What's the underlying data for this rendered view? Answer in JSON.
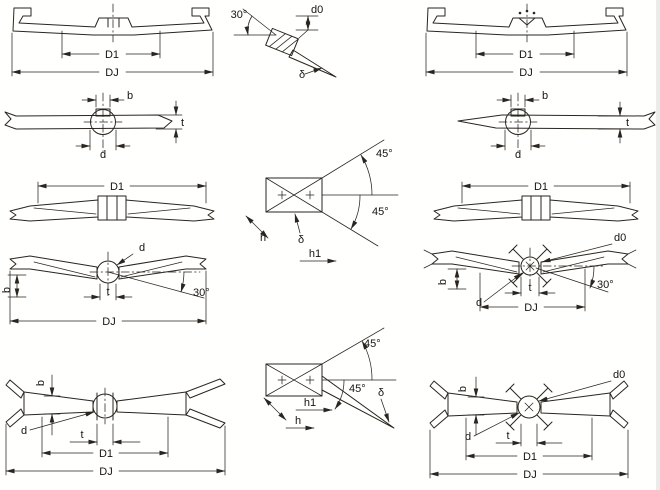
{
  "colors": {
    "line": "#2a251f",
    "background": "#fffffd"
  },
  "panels": {
    "top_left": {
      "d1": "D1",
      "dj": "DJ"
    },
    "top_center": {
      "angle_30": "30°",
      "d0": "d0",
      "delta": "δ"
    },
    "top_right": {
      "d1": "D1",
      "dj": "DJ"
    },
    "section_left": {
      "b": "b",
      "t": "t",
      "d": "d"
    },
    "section_right": {
      "b": "b",
      "t": "t",
      "d": "d"
    },
    "mid_left": {
      "d1": "D1"
    },
    "mid_center": {
      "angle_top": "45°",
      "angle_bottom": "45°",
      "h": "h",
      "delta": "δ",
      "h1": "h1"
    },
    "mid_right": {
      "d1": "D1"
    },
    "lower_left": {
      "d": "d",
      "b": "b",
      "t": "t",
      "angle_30": "30°",
      "dj": "DJ"
    },
    "lower_right": {
      "d0": "d0",
      "b": "b",
      "d": "d",
      "t": "t",
      "dj": "DJ",
      "angle_30": "30°"
    },
    "bottom_left": {
      "b": "b",
      "d": "d",
      "t": "t",
      "d1": "D1",
      "dj": "DJ"
    },
    "bottom_center": {
      "angle_top": "45°",
      "angle_mid": "45°",
      "h1": "h1",
      "delta": "δ",
      "h": "h"
    },
    "bottom_right": {
      "d0": "d0",
      "b": "b",
      "d": "d",
      "t": "t",
      "d1": "D1",
      "dj": "DJ"
    }
  }
}
